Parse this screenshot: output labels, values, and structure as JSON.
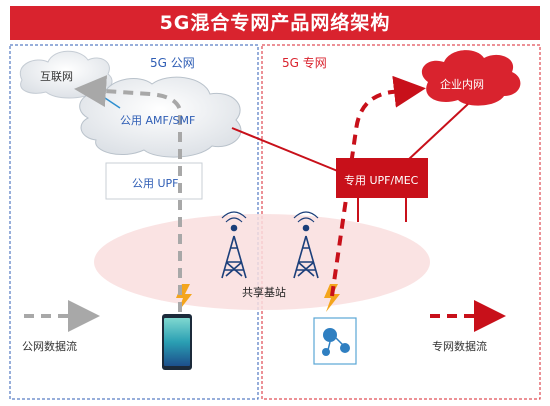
{
  "title": "5G混合专网产品网络架构",
  "public_zone": {
    "header": "5G 公网",
    "internet": "互联网",
    "core": "公用 AMF/SMF",
    "upf": "公用 UPF"
  },
  "private_zone": {
    "header": "5G 专网",
    "intranet": "企业内网",
    "upf_mec": "专用 UPF/MEC"
  },
  "shared": {
    "base_station": "共享基站"
  },
  "legend": {
    "public_flow": "公网数据流",
    "private_flow": "专网数据流"
  },
  "colors": {
    "brand_red": "#d9232e",
    "public_blue": "#2f5eb5",
    "private_red": "#c8101a",
    "flow_gray": "#a8a8a8",
    "lightning": "#f4a51c"
  },
  "icons": [
    "tower-icon",
    "lightning-icon",
    "smartphone-icon",
    "iot-device-icon"
  ]
}
